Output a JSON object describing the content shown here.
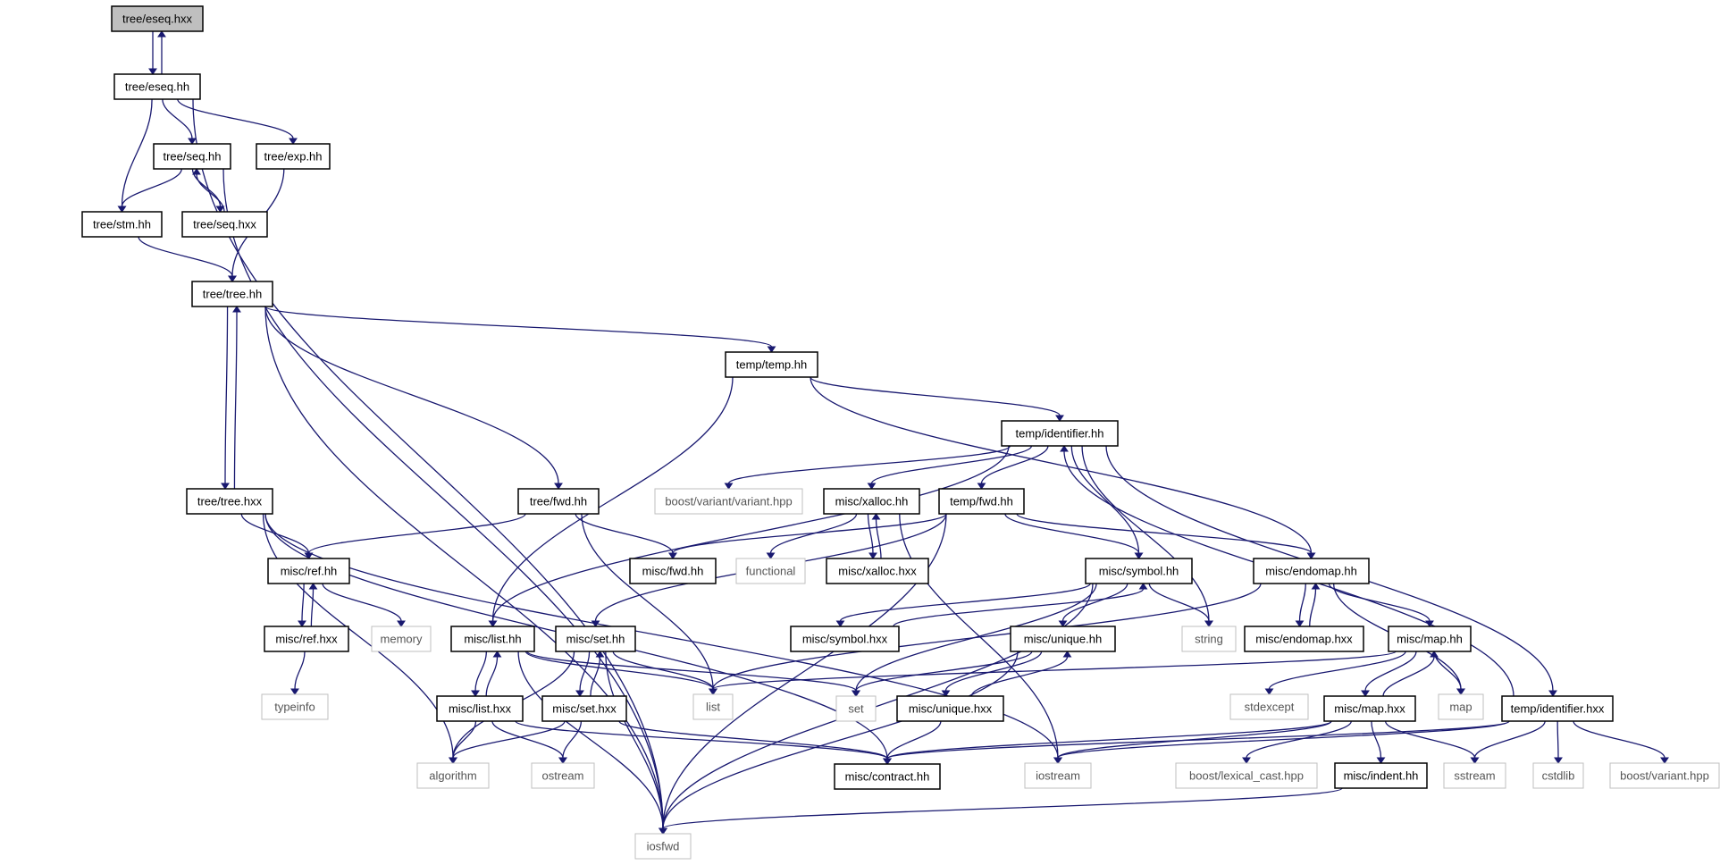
{
  "graph": {
    "edge_color": "#191970",
    "root_fill": "#bfbfbf",
    "external_border": "#bfbfbf",
    "nodes": [
      {
        "id": "eseq_hxx",
        "label": "tree/eseq.hxx",
        "kind": "root"
      },
      {
        "id": "eseq_hh",
        "label": "tree/eseq.hh",
        "kind": "file"
      },
      {
        "id": "seq_hh",
        "label": "tree/seq.hh",
        "kind": "file"
      },
      {
        "id": "exp_hh",
        "label": "tree/exp.hh",
        "kind": "file"
      },
      {
        "id": "stm_hh",
        "label": "tree/stm.hh",
        "kind": "file"
      },
      {
        "id": "seq_hxx",
        "label": "tree/seq.hxx",
        "kind": "file"
      },
      {
        "id": "tree_hh",
        "label": "tree/tree.hh",
        "kind": "file"
      },
      {
        "id": "temp_hh",
        "label": "temp/temp.hh",
        "kind": "file"
      },
      {
        "id": "ident_hh",
        "label": "temp/identifier.hh",
        "kind": "file"
      },
      {
        "id": "tree_hxx",
        "label": "tree/tree.hxx",
        "kind": "file"
      },
      {
        "id": "tree_fwd",
        "label": "tree/fwd.hh",
        "kind": "file"
      },
      {
        "id": "boost_variant_variant",
        "label": "boost/variant/variant.hpp",
        "kind": "external"
      },
      {
        "id": "xalloc_hh",
        "label": "misc/xalloc.hh",
        "kind": "file"
      },
      {
        "id": "temp_fwd",
        "label": "temp/fwd.hh",
        "kind": "file"
      },
      {
        "id": "ref_hh",
        "label": "misc/ref.hh",
        "kind": "file"
      },
      {
        "id": "misc_fwd",
        "label": "misc/fwd.hh",
        "kind": "file"
      },
      {
        "id": "functional",
        "label": "functional",
        "kind": "external"
      },
      {
        "id": "xalloc_hxx",
        "label": "misc/xalloc.hxx",
        "kind": "file"
      },
      {
        "id": "symbol_hh",
        "label": "misc/symbol.hh",
        "kind": "file"
      },
      {
        "id": "endomap_hh",
        "label": "misc/endomap.hh",
        "kind": "file"
      },
      {
        "id": "ref_hxx",
        "label": "misc/ref.hxx",
        "kind": "file"
      },
      {
        "id": "memory",
        "label": "memory",
        "kind": "external"
      },
      {
        "id": "list_hh",
        "label": "misc/list.hh",
        "kind": "file"
      },
      {
        "id": "set_hh",
        "label": "misc/set.hh",
        "kind": "file"
      },
      {
        "id": "symbol_hxx",
        "label": "misc/symbol.hxx",
        "kind": "file"
      },
      {
        "id": "unique_hh",
        "label": "misc/unique.hh",
        "kind": "file"
      },
      {
        "id": "string",
        "label": "string",
        "kind": "external"
      },
      {
        "id": "endomap_hxx",
        "label": "misc/endomap.hxx",
        "kind": "file"
      },
      {
        "id": "map_hh",
        "label": "misc/map.hh",
        "kind": "file"
      },
      {
        "id": "typeinfo",
        "label": "typeinfo",
        "kind": "external"
      },
      {
        "id": "list_hxx",
        "label": "misc/list.hxx",
        "kind": "file"
      },
      {
        "id": "list",
        "label": "list",
        "kind": "external"
      },
      {
        "id": "set_hxx",
        "label": "misc/set.hxx",
        "kind": "file"
      },
      {
        "id": "set",
        "label": "set",
        "kind": "external"
      },
      {
        "id": "unique_hxx",
        "label": "misc/unique.hxx",
        "kind": "file"
      },
      {
        "id": "stdexcept",
        "label": "stdexcept",
        "kind": "external"
      },
      {
        "id": "map_hxx",
        "label": "misc/map.hxx",
        "kind": "file"
      },
      {
        "id": "map",
        "label": "map",
        "kind": "external"
      },
      {
        "id": "ident_hxx",
        "label": "temp/identifier.hxx",
        "kind": "file"
      },
      {
        "id": "algorithm",
        "label": "algorithm",
        "kind": "external"
      },
      {
        "id": "ostream",
        "label": "ostream",
        "kind": "external"
      },
      {
        "id": "contract_hh",
        "label": "misc/contract.hh",
        "kind": "file"
      },
      {
        "id": "iostream",
        "label": "iostream",
        "kind": "external"
      },
      {
        "id": "lexical_cast",
        "label": "boost/lexical_cast.hpp",
        "kind": "external"
      },
      {
        "id": "sstream",
        "label": "sstream",
        "kind": "external"
      },
      {
        "id": "cstdlib",
        "label": "cstdlib",
        "kind": "external"
      },
      {
        "id": "boost_variant",
        "label": "boost/variant.hpp",
        "kind": "external"
      },
      {
        "id": "indent_hh",
        "label": "misc/indent.hh",
        "kind": "file"
      },
      {
        "id": "iosfwd",
        "label": "iosfwd",
        "kind": "external"
      }
    ],
    "edges": [
      [
        "eseq_hxx",
        "eseq_hh"
      ],
      [
        "eseq_hh",
        "eseq_hxx"
      ],
      [
        "eseq_hh",
        "seq_hh"
      ],
      [
        "eseq_hh",
        "stm_hh"
      ],
      [
        "eseq_hh",
        "exp_hh"
      ],
      [
        "eseq_hh",
        "iosfwd"
      ],
      [
        "seq_hh",
        "stm_hh"
      ],
      [
        "seq_hh",
        "seq_hxx"
      ],
      [
        "seq_hxx",
        "seq_hh"
      ],
      [
        "seq_hh",
        "iosfwd"
      ],
      [
        "stm_hh",
        "tree_hh"
      ],
      [
        "exp_hh",
        "tree_hh"
      ],
      [
        "tree_hh",
        "temp_hh"
      ],
      [
        "tree_hh",
        "tree_fwd"
      ],
      [
        "tree_hh",
        "tree_hxx"
      ],
      [
        "tree_hxx",
        "tree_hh"
      ],
      [
        "tree_hh",
        "iosfwd"
      ],
      [
        "temp_hh",
        "ident_hh"
      ],
      [
        "temp_hh",
        "list_hh"
      ],
      [
        "temp_hh",
        "endomap_hh"
      ],
      [
        "ident_hh",
        "boost_variant_variant"
      ],
      [
        "ident_hh",
        "xalloc_hh"
      ],
      [
        "ident_hh",
        "temp_fwd"
      ],
      [
        "ident_hh",
        "symbol_hh"
      ],
      [
        "ident_hh",
        "string"
      ],
      [
        "ident_hh",
        "ident_hxx"
      ],
      [
        "ident_hh",
        "list_hh"
      ],
      [
        "ident_hxx",
        "ident_hh"
      ],
      [
        "tree_hxx",
        "ref_hh"
      ],
      [
        "tree_hxx",
        "algorithm"
      ],
      [
        "tree_hxx",
        "contract_hh"
      ],
      [
        "tree_hxx",
        "iostream"
      ],
      [
        "tree_fwd",
        "ref_hh"
      ],
      [
        "tree_fwd",
        "misc_fwd"
      ],
      [
        "tree_fwd",
        "list"
      ],
      [
        "xalloc_hh",
        "functional"
      ],
      [
        "xalloc_hh",
        "xalloc_hxx"
      ],
      [
        "xalloc_hxx",
        "xalloc_hh"
      ],
      [
        "xalloc_hh",
        "iostream"
      ],
      [
        "temp_fwd",
        "misc_fwd"
      ],
      [
        "temp_fwd",
        "symbol_hh"
      ],
      [
        "temp_fwd",
        "endomap_hh"
      ],
      [
        "temp_fwd",
        "set_hh"
      ],
      [
        "temp_fwd",
        "iosfwd"
      ],
      [
        "ref_hh",
        "ref_hxx"
      ],
      [
        "ref_hxx",
        "ref_hh"
      ],
      [
        "ref_hh",
        "memory"
      ],
      [
        "ref_hxx",
        "typeinfo"
      ],
      [
        "symbol_hh",
        "symbol_hxx"
      ],
      [
        "symbol_hxx",
        "symbol_hh"
      ],
      [
        "symbol_hh",
        "unique_hh"
      ],
      [
        "symbol_hh",
        "string"
      ],
      [
        "symbol_hh",
        "set"
      ],
      [
        "symbol_hh",
        "iosfwd"
      ],
      [
        "endomap_hh",
        "endomap_hxx"
      ],
      [
        "endomap_hxx",
        "endomap_hh"
      ],
      [
        "endomap_hh",
        "map_hh"
      ],
      [
        "endomap_hh",
        "list"
      ],
      [
        "endomap_hh",
        "map"
      ],
      [
        "list_hh",
        "list_hxx"
      ],
      [
        "list_hxx",
        "list_hh"
      ],
      [
        "list_hh",
        "list"
      ],
      [
        "list_hh",
        "iosfwd"
      ],
      [
        "list_hh",
        "set"
      ],
      [
        "set_hh",
        "set_hxx"
      ],
      [
        "set_hxx",
        "set_hh"
      ],
      [
        "set_hh",
        "list"
      ],
      [
        "set_hh",
        "algorithm"
      ],
      [
        "set_hh",
        "iosfwd"
      ],
      [
        "unique_hh",
        "unique_hxx"
      ],
      [
        "unique_hxx",
        "unique_hh"
      ],
      [
        "unique_hh",
        "set"
      ],
      [
        "unique_hh",
        "iosfwd"
      ],
      [
        "map_hh",
        "map_hxx"
      ],
      [
        "map_hxx",
        "map_hh"
      ],
      [
        "map_hh",
        "stdexcept"
      ],
      [
        "map_hh",
        "map"
      ],
      [
        "map_hh",
        "list"
      ],
      [
        "list_hxx",
        "algorithm"
      ],
      [
        "list_hxx",
        "ostream"
      ],
      [
        "list_hxx",
        "contract_hh"
      ],
      [
        "set_hxx",
        "algorithm"
      ],
      [
        "set_hxx",
        "ostream"
      ],
      [
        "set_hxx",
        "contract_hh"
      ],
      [
        "unique_hxx",
        "contract_hh"
      ],
      [
        "map_hxx",
        "contract_hh"
      ],
      [
        "map_hxx",
        "iostream"
      ],
      [
        "map_hxx",
        "lexical_cast"
      ],
      [
        "map_hxx",
        "indent_hh"
      ],
      [
        "map_hxx",
        "sstream"
      ],
      [
        "ident_hxx",
        "contract_hh"
      ],
      [
        "ident_hxx",
        "iostream"
      ],
      [
        "ident_hxx",
        "sstream"
      ],
      [
        "ident_hxx",
        "cstdlib"
      ],
      [
        "ident_hxx",
        "boost_variant"
      ],
      [
        "indent_hh",
        "iosfwd"
      ]
    ]
  }
}
